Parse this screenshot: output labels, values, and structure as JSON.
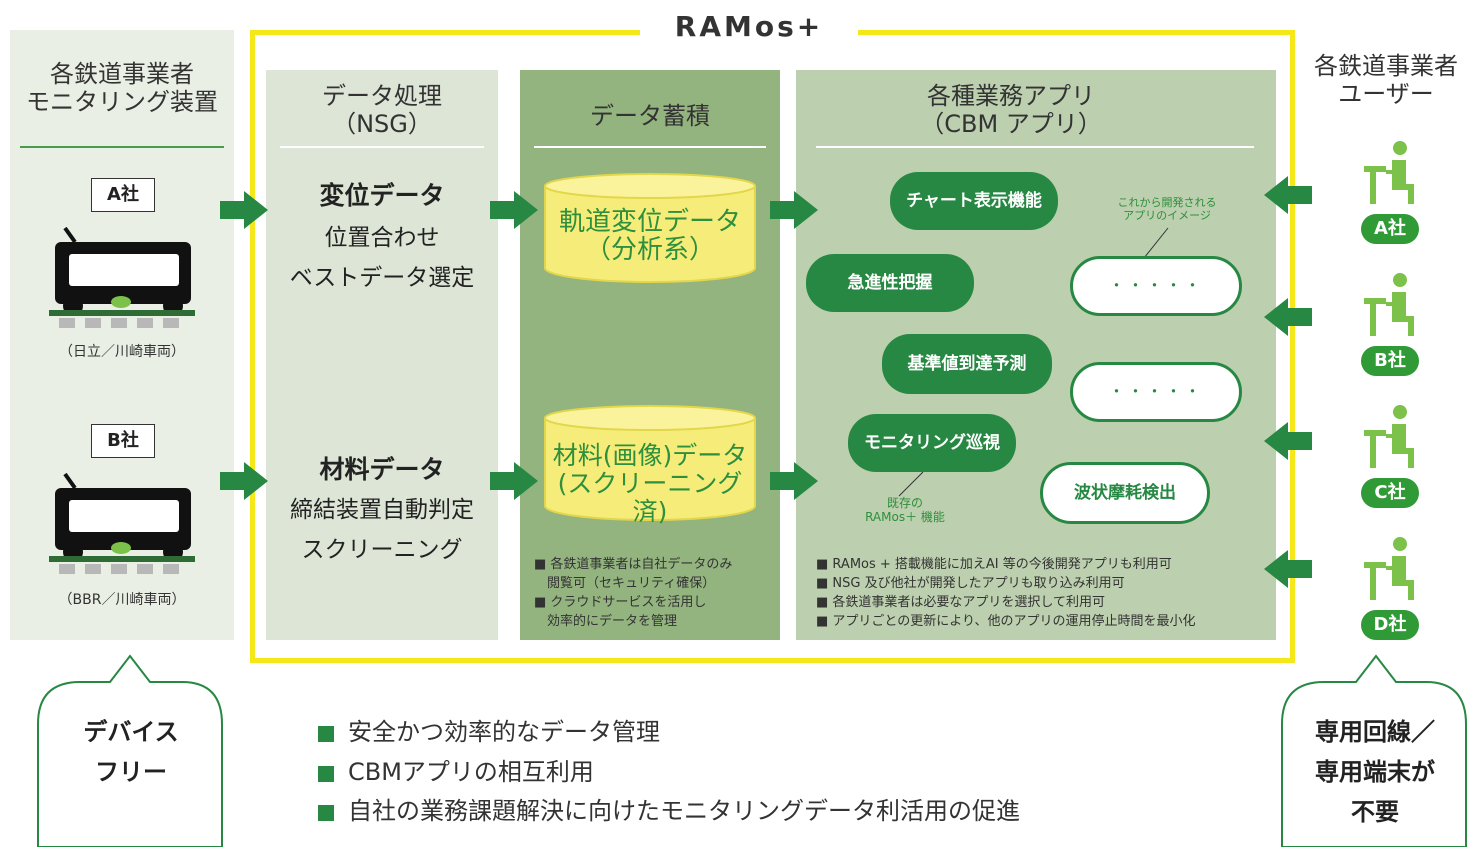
{
  "title": "RAMos+",
  "left_panel": {
    "heading": "各鉄道事業者\nモニタリング装置",
    "company_a": "A社",
    "caption_a": "（日立／川崎車両）",
    "company_b": "B社",
    "caption_b": "（BBR／川崎車両）"
  },
  "col_nsg": {
    "heading": "データ処理\n（NSG）",
    "block1_title": "変位データ",
    "block1_line1": "位置合わせ",
    "block1_line2": "ベストデータ選定",
    "block2_title": "材料データ",
    "block2_line1": "締結装置自動判定",
    "block2_line2": "スクリーニング"
  },
  "col_storage": {
    "heading": "データ蓄積",
    "cyl1": "軌道変位データ\n（分析系）",
    "cyl2": "材料(画像)データ\n(スクリーニング済)",
    "note1": "■ 各鉄道事業者は自社データのみ",
    "note1b": "　閲覧可（セキュリティ確保）",
    "note2": "■ クラウドサービスを活用し",
    "note2b": "　効率的にデータを管理"
  },
  "col_apps": {
    "heading": "各種業務アプリ\n（CBM アプリ）",
    "pill_chart": "チャート表示機能",
    "pill_sudden": "急進性把握",
    "pill_threshold": "基準値到達予測",
    "pill_monitor": "モニタリング巡視",
    "pill_wave": "波状摩耗検出",
    "future_label": "これから開発される\nアプリのイメージ",
    "existing_label": "既存の\nRAMos＋ 機能",
    "dots": "・・・・・",
    "note1": "■ RAMos + 搭載機能に加えAI 等の今後開発アプリも利用可",
    "note2": "■ NSG 及び他社が開発したアプリも取り込み利用可",
    "note3": "■ 各鉄道事業者は必要なアプリを選択して利用可",
    "note4": "■ アプリごとの更新により、他のアプリの運用停止時間を最小化"
  },
  "right_panel": {
    "heading": "各鉄道事業者\nユーザー",
    "users": [
      "A社",
      "B社",
      "C社",
      "D社"
    ]
  },
  "bottom": {
    "left_bubble": "デバイス\nフリー",
    "right_bubble": "専用回線／\n専用端末が\n不要",
    "bullets": [
      "安全かつ効率的なデータ管理",
      "CBMアプリの相互利用",
      "自社の業務課題解決に向けたモニタリングデータ利活用の促進"
    ]
  },
  "colors": {
    "frame_yellow": "#f4e81a",
    "green_dark": "#278843",
    "green_bright": "#2f9a36",
    "cylinder_yellow": "#f6ec7a"
  }
}
